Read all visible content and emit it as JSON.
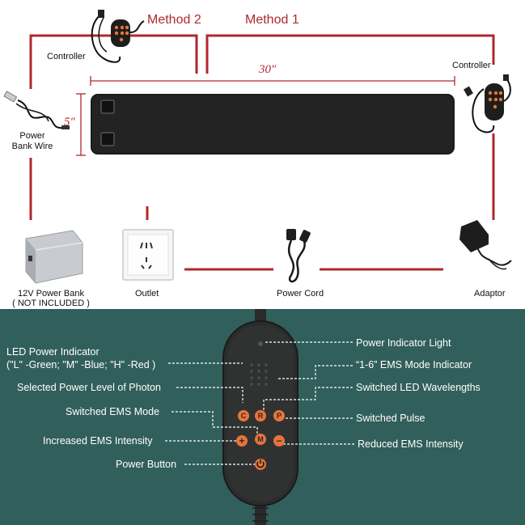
{
  "labels": {
    "method2": "Method 2",
    "method1": "Method 1",
    "controller_left": "Controller",
    "controller_right": "Controller",
    "length": "30″",
    "width": "5″",
    "power_bank_wire": "Power\nBank Wire",
    "power_bank": "12V Power Bank",
    "power_bank_note": "( NOT INCLUDED )",
    "outlet": "Outlet",
    "power_cord": "Power Cord",
    "adaptor": "Adaptor"
  },
  "callouts": {
    "led_power_indicator_1": "LED Power Indicator",
    "led_power_indicator_2": "(\"L\" -Green; \"M\" -Blue; \"H\" -Red )",
    "selected_power_level": "Selected Power Level of Photon",
    "switched_ems_mode": "Switched EMS Mode",
    "increased_ems_intensity": "Increased EMS Intensity",
    "power_button": "Power Button",
    "power_indicator_light": "Power Indicator Light",
    "ems_mode_indicator": "“1-6” EMS Mode Indicator",
    "switched_led_wavelengths": "Switched LED Wavelengths",
    "switched_pulse": "Switched Pulse",
    "reduced_ems_intensity": "Reduced EMS Intensity"
  },
  "buttons": {
    "c": "C",
    "r": "R",
    "p": "P",
    "m": "M",
    "plus": "+",
    "minus": "−"
  },
  "colors": {
    "accent_red": "#b0282d",
    "panel_teal": "#315f5b",
    "button_orange": "#e8743b"
  }
}
